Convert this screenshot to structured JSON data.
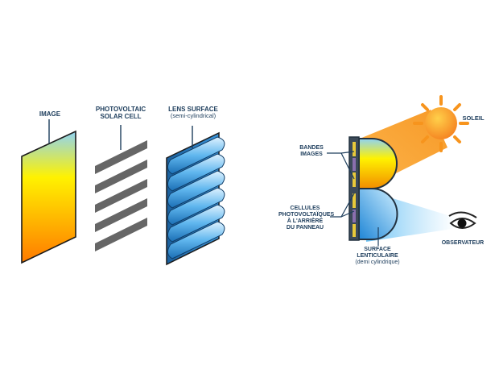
{
  "left_panel": {
    "image_label": "IMAGE",
    "pv_label_line1": "PHOTOVOLTAIC",
    "pv_label_line2": "SOLAR CELL",
    "lens_label_line1": "LENS SURFACE",
    "lens_label_line2": "(semi-cylindrical)"
  },
  "right_panel": {
    "bandes_line1": "BANDES",
    "bandes_line2": "IMAGES",
    "cellules_line1": "CELLULES",
    "cellules_line2": "PHOTOVOLTAÏQUES",
    "cellules_line3": "À L'ARRIÈRE",
    "cellules_line4": "DU PANNEAU",
    "surface_line1": "SURFACE",
    "surface_line2": "LENTICULAIRE",
    "surface_line3": "(demi cylindrique)",
    "soleil_label": "SOLEIL",
    "observateur_label": "OBSERVATEUR"
  },
  "colors": {
    "label_text": "#1d3d5c",
    "leader_line": "#1d3d5c",
    "image_gradient": [
      "#8fd3f4",
      "#ffe600",
      "#ff7a00"
    ],
    "stripe": "#666666",
    "lens_blue": "#2f8fd8",
    "sun_orange": "#f7941d",
    "panel_frame": "#22313f"
  }
}
